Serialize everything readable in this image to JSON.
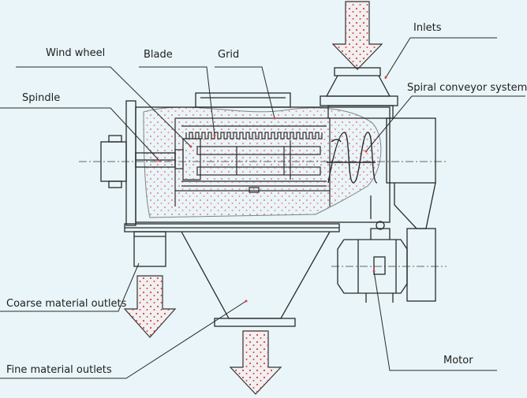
{
  "labels": {
    "inlets": "Inlets",
    "wind_wheel": "Wind wheel",
    "blade": "Blade",
    "grid": "Grid",
    "spindle": "Spindle",
    "spiral_conveyor_system": "Spiral conveyor system",
    "coarse_material_outlets": "Coarse material outlets",
    "fine_material_outlets": "Fine material outlets",
    "motor": "Motor"
  },
  "colors": {
    "background": "#e9f5f8",
    "line": "#2a2a2a",
    "material_dots": "#e0404a",
    "flow_arrow_fill": "#eeeeee"
  }
}
